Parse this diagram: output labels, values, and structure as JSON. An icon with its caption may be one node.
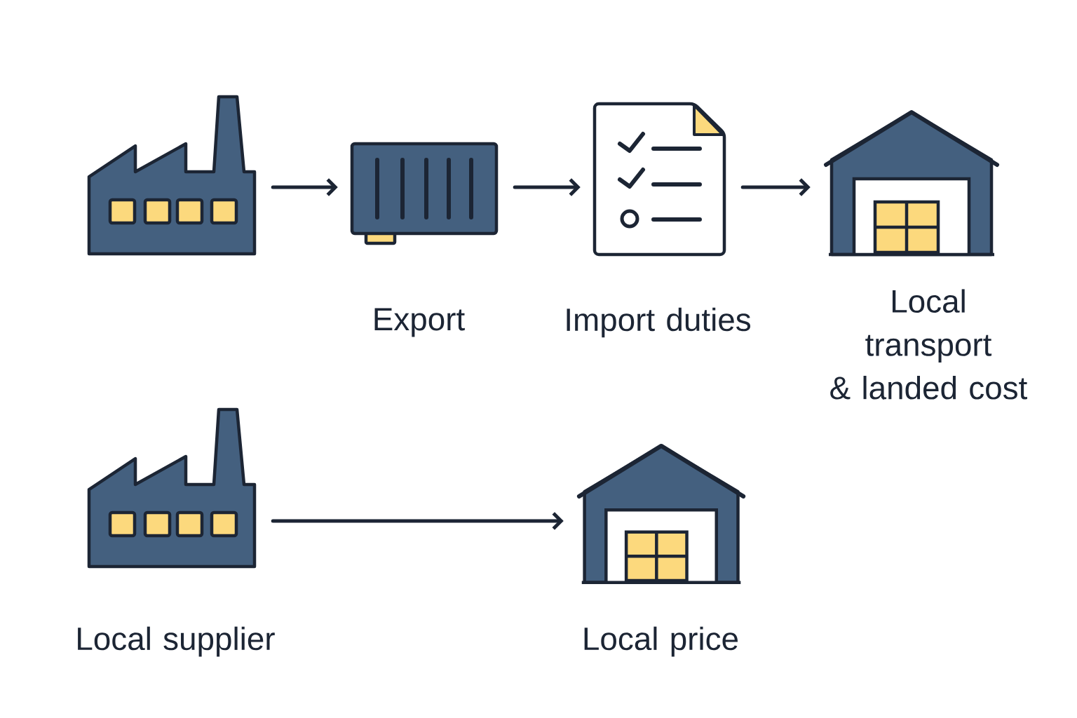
{
  "diagram": {
    "nodes": [
      {
        "text": [],
        "shape": "factory"
      },
      {
        "text": [
          "Export"
        ]
      },
      {
        "text": [
          "Import duties"
        ]
      },
      {
        "text": [
          "Local transport & landed cost"
        ]
      },
      {
        "text": [
          "Local supplier"
        ]
      },
      {
        "text": [
          "Local price"
        ]
      }
    ],
    "edges": [
      {
        "from": 0,
        "to": 1,
        "arrow": "to"
      },
      {
        "from": 1,
        "to": 2,
        "arrow": "to"
      },
      {
        "from": 2,
        "to": 3,
        "arrow": "to"
      },
      {
        "from": 4,
        "to": 5,
        "arrow": "to"
      }
    ]
  }
}
